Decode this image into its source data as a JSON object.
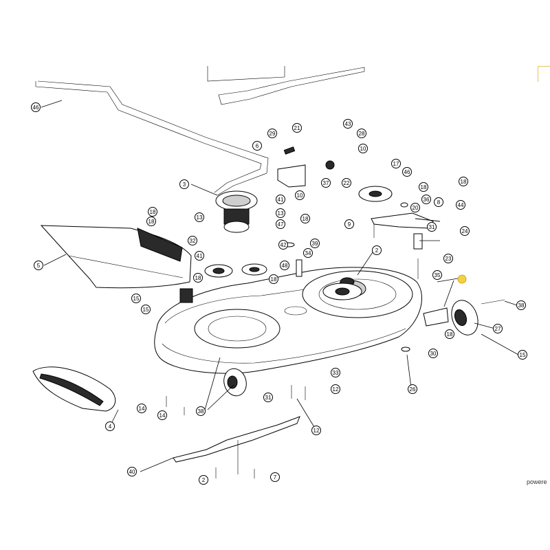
{
  "footer_text": "powere",
  "colors": {
    "highlight": "#f5d142",
    "ink": "#000000"
  },
  "callouts": [
    {
      "label": "46"
    },
    {
      "label": "29"
    },
    {
      "label": "21"
    },
    {
      "label": "43"
    },
    {
      "label": "28"
    },
    {
      "label": "6"
    },
    {
      "label": "10"
    },
    {
      "label": "37"
    },
    {
      "label": "22"
    },
    {
      "label": "10"
    },
    {
      "label": "17"
    },
    {
      "label": "46"
    },
    {
      "label": "3"
    },
    {
      "label": "18"
    },
    {
      "label": "18"
    },
    {
      "label": "8"
    },
    {
      "label": "36"
    },
    {
      "label": "20"
    },
    {
      "label": "44"
    },
    {
      "label": "9"
    },
    {
      "label": "31"
    },
    {
      "label": "24"
    },
    {
      "label": "41"
    },
    {
      "label": "13"
    },
    {
      "label": "47"
    },
    {
      "label": "13"
    },
    {
      "label": "18"
    },
    {
      "label": "18"
    },
    {
      "label": "18"
    },
    {
      "label": "32"
    },
    {
      "label": "42"
    },
    {
      "label": "39"
    },
    {
      "label": "41"
    },
    {
      "label": "2"
    },
    {
      "label": "34"
    },
    {
      "label": "23"
    },
    {
      "label": "5"
    },
    {
      "label": "18"
    },
    {
      "label": "48"
    },
    {
      "label": "18"
    },
    {
      "label": "35"
    },
    {
      "label": "15"
    },
    {
      "label": "15"
    },
    {
      "label": "38"
    },
    {
      "label": "27"
    },
    {
      "label": "18"
    },
    {
      "label": "30"
    },
    {
      "label": "15"
    },
    {
      "label": "33"
    },
    {
      "label": "26"
    },
    {
      "label": "31"
    },
    {
      "label": "12"
    },
    {
      "label": "14"
    },
    {
      "label": "38"
    },
    {
      "label": "14"
    },
    {
      "label": "4"
    },
    {
      "label": "12"
    },
    {
      "label": "40"
    },
    {
      "label": "2"
    },
    {
      "label": "7"
    },
    {
      "label": ""
    }
  ]
}
